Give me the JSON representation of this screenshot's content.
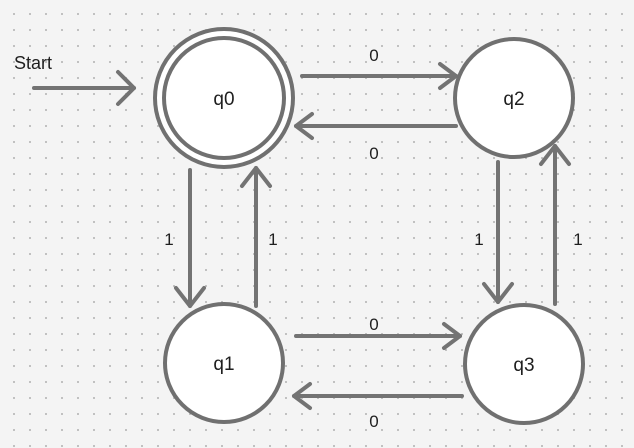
{
  "diagram": {
    "start_label": "Start",
    "states": [
      {
        "id": "q0",
        "label": "q0",
        "accepting": true
      },
      {
        "id": "q1",
        "label": "q1",
        "accepting": false
      },
      {
        "id": "q2",
        "label": "q2",
        "accepting": false
      },
      {
        "id": "q3",
        "label": "q3",
        "accepting": false
      }
    ],
    "transitions": [
      {
        "from": "q0",
        "to": "q2",
        "label": "0"
      },
      {
        "from": "q2",
        "to": "q0",
        "label": "0"
      },
      {
        "from": "q0",
        "to": "q1",
        "label": "1"
      },
      {
        "from": "q1",
        "to": "q0",
        "label": "1"
      },
      {
        "from": "q2",
        "to": "q3",
        "label": "1"
      },
      {
        "from": "q3",
        "to": "q2",
        "label": "1"
      },
      {
        "from": "q1",
        "to": "q3",
        "label": "0"
      },
      {
        "from": "q3",
        "to": "q1",
        "label": "0"
      }
    ],
    "colors": {
      "stroke": "#737373",
      "node_fill": "#ffffff",
      "text": "#1f1f1f",
      "background": "#f4f4f4"
    }
  }
}
